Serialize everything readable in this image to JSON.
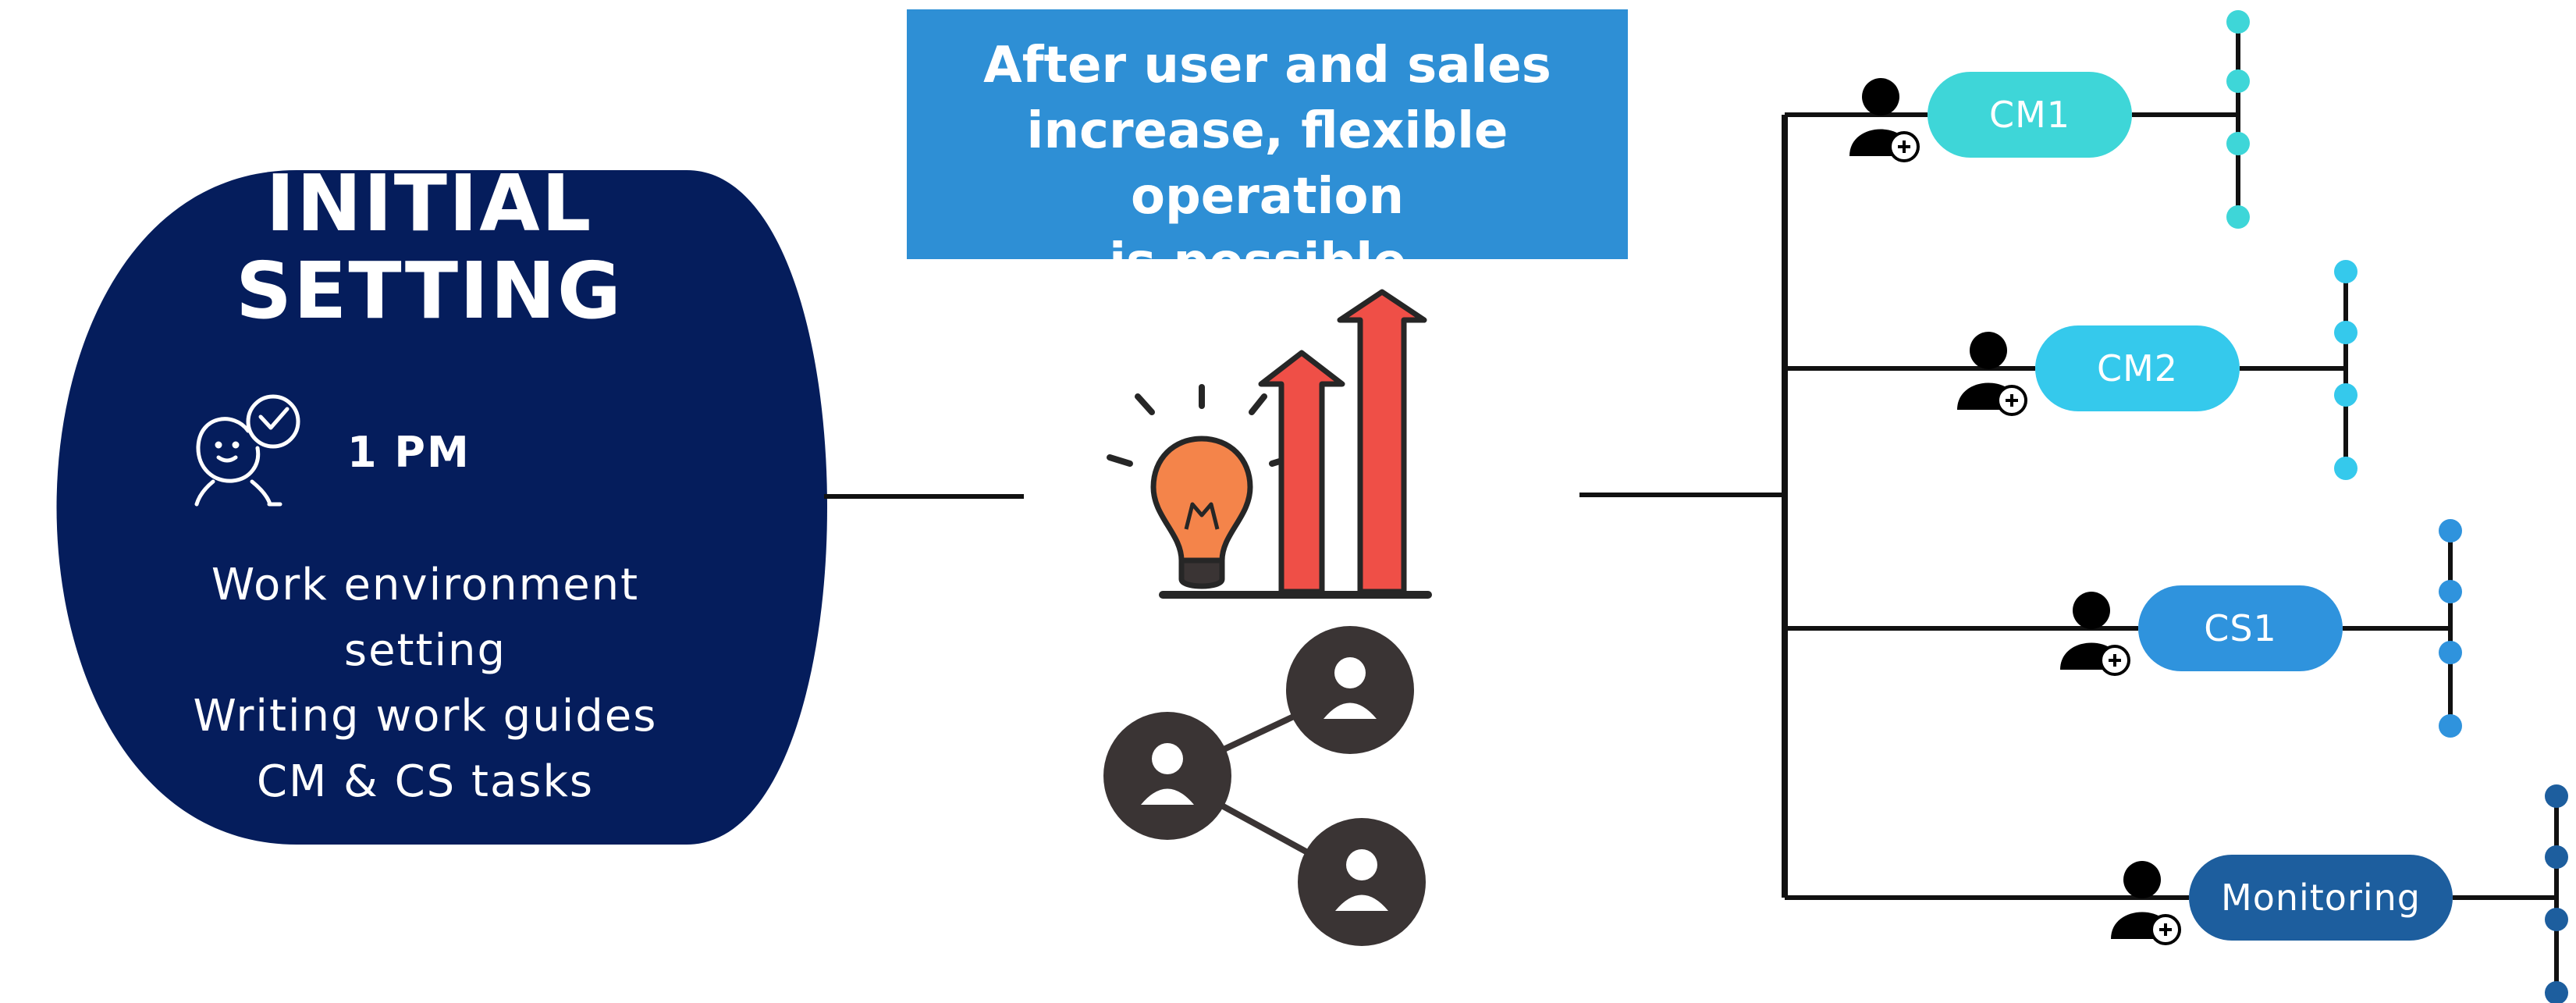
{
  "initial_setting": {
    "title_line1": "INITIAL",
    "title_line2": "SETTING",
    "role": "1 PM",
    "tasks": [
      "Work environment",
      "setting",
      "Writing work guides",
      "CM & CS tasks"
    ]
  },
  "callout": {
    "line1": "After user and sales",
    "line2": "increase, flexible operation",
    "line3": "is possible."
  },
  "branches": [
    {
      "label": "CM1",
      "color": "#3ed6d8"
    },
    {
      "label": "CM2",
      "color": "#35c9ec"
    },
    {
      "label": "CS1",
      "color": "#2f93dd"
    },
    {
      "label": "Monitoring",
      "color": "#1d5e9e"
    }
  ],
  "colors": {
    "blob": "#051d5c",
    "callout": "#2e8fd5",
    "connector": "#111111",
    "bulb": "#f4844a",
    "arrow": "#ef4f47",
    "network_node": "#3a3434"
  },
  "icons": [
    "chat-person-check-icon",
    "lightbulb-growth-icon",
    "user-network-icon",
    "add-user-icon"
  ]
}
